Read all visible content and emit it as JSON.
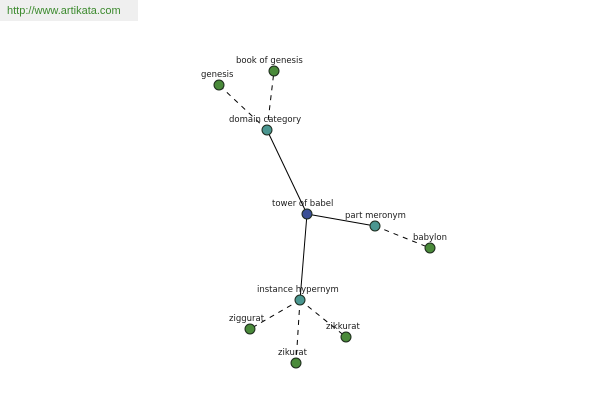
{
  "site": {
    "url": "http://www.artikata.com"
  },
  "colors": {
    "root": "#3b4f96",
    "relation": "#4a9690",
    "leaf": "#4a8a3a",
    "banner_bg": "#efefef",
    "url_text": "#3c8a2e"
  },
  "graph": {
    "root": {
      "label": "tower of babel"
    },
    "relations": [
      {
        "label": "domain category"
      },
      {
        "label": "part meronym"
      },
      {
        "label": "instance hypernym"
      }
    ],
    "leaves": [
      {
        "label": "genesis",
        "relation": "domain category"
      },
      {
        "label": "book of genesis",
        "relation": "domain category"
      },
      {
        "label": "babylon",
        "relation": "part meronym"
      },
      {
        "label": "ziggurat",
        "relation": "instance hypernym"
      },
      {
        "label": "zikurat",
        "relation": "instance hypernym"
      },
      {
        "label": "zikkurat",
        "relation": "instance hypernym"
      }
    ]
  }
}
